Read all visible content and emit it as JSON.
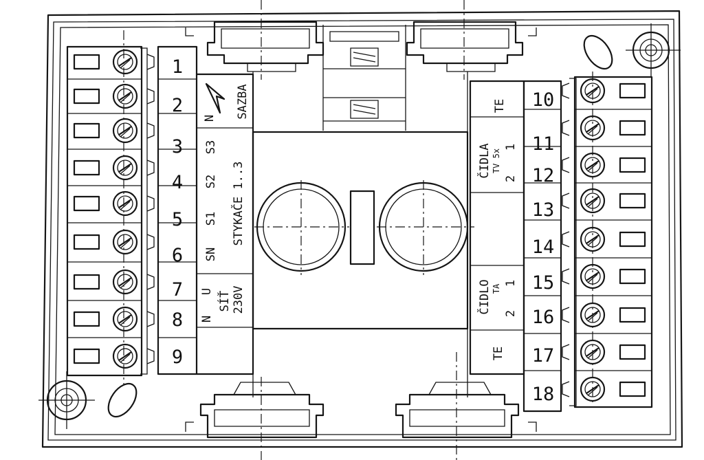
{
  "terminals": {
    "left": [
      "1",
      "2",
      "3",
      "4",
      "5",
      "6",
      "7",
      "8",
      "9"
    ],
    "right": [
      "10",
      "11",
      "12",
      "13",
      "14",
      "15",
      "16",
      "17",
      "18"
    ]
  },
  "left_labels": {
    "sazba": "SAZBA",
    "n_top": "N",
    "s3": "S3",
    "s2": "S2",
    "s1": "S1",
    "sn": "SN",
    "stykace": "STYKAČE 1..3",
    "n_bottom": "N",
    "u": "U",
    "sit": "SÍŤ",
    "v230": "230V"
  },
  "right_labels": {
    "te_top": "TE",
    "cidla": "ČIDLA",
    "tv5": "TV 5x",
    "num_2a": "2",
    "num_1a": "1",
    "cidlo": "ČIDLO",
    "ta": "TA",
    "num_2b": "2",
    "num_1b": "1",
    "te_bottom": "TE"
  }
}
